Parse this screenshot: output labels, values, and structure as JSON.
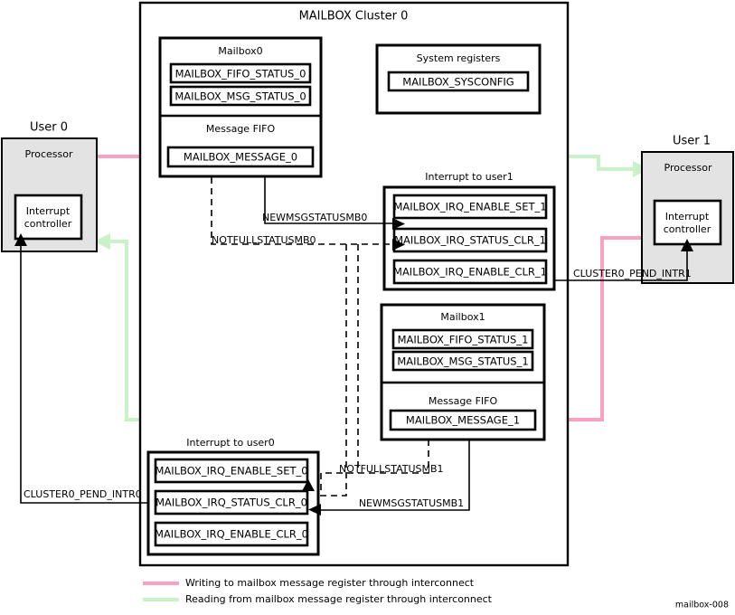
{
  "figure": {
    "title": "MAILBOX Cluster 0",
    "id_label": "mailbox-008"
  },
  "cluster": {
    "title": "MAILBOX Cluster 0",
    "mailbox0": {
      "title": "Mailbox0",
      "registers": [
        "MAILBOX_FIFO_STATUS_0",
        "MAILBOX_MSG_STATUS_0"
      ],
      "fifo_title": "Message FIFO",
      "fifo_register": "MAILBOX_MESSAGE_0"
    },
    "mailbox1": {
      "title": "Mailbox1",
      "registers": [
        "MAILBOX_FIFO_STATUS_1",
        "MAILBOX_MSG_STATUS_1"
      ],
      "fifo_title": "Message FIFO",
      "fifo_register": "MAILBOX_MESSAGE_1"
    },
    "system_registers": {
      "title": "System registers",
      "registers": [
        "MAILBOX_SYSCONFIG"
      ]
    },
    "interrupt_user1": {
      "title": "Interrupt to user1",
      "registers": [
        "MAILBOX_IRQ_ENABLE_SET_1",
        "MAILBOX_IRQ_STATUS_CLR_1",
        "MAILBOX_IRQ_ENABLE_CLR_1"
      ]
    },
    "interrupt_user0": {
      "title": "Interrupt to user0",
      "registers": [
        "MAILBOX_IRQ_ENABLE_SET_0",
        "MAILBOX_IRQ_STATUS_CLR_0",
        "MAILBOX_IRQ_ENABLE_CLR_0"
      ]
    }
  },
  "users": {
    "user0": {
      "title": "User 0",
      "processor_label": "Processor",
      "interrupt_controller_label_line1": "Interrupt",
      "interrupt_controller_label_line2": "controller"
    },
    "user1": {
      "title": "User 1",
      "processor_label": "Processor",
      "interrupt_controller_label_line1": "Interrupt",
      "interrupt_controller_label_line2": "controller"
    }
  },
  "signals": {
    "newmsg_mb0": "NEWMSGSTATUSMB0",
    "notfull_mb0": "NOTFULLSTATUSMB0",
    "newmsg_mb1": "NEWMSGSTATUSMB1",
    "notfull_mb1": "NOTFULLSTATUSMB1",
    "pend_intr0": "CLUSTER0_PEND_INTR0",
    "pend_intr1": "CLUSTER0_PEND_INTR1"
  },
  "legend": {
    "items": [
      {
        "color": "#f9a0c5",
        "label": "Writing to mailbox message register through interconnect"
      },
      {
        "color": "#c9f2c8",
        "label": "Reading from mailbox message register through interconnect"
      }
    ]
  }
}
